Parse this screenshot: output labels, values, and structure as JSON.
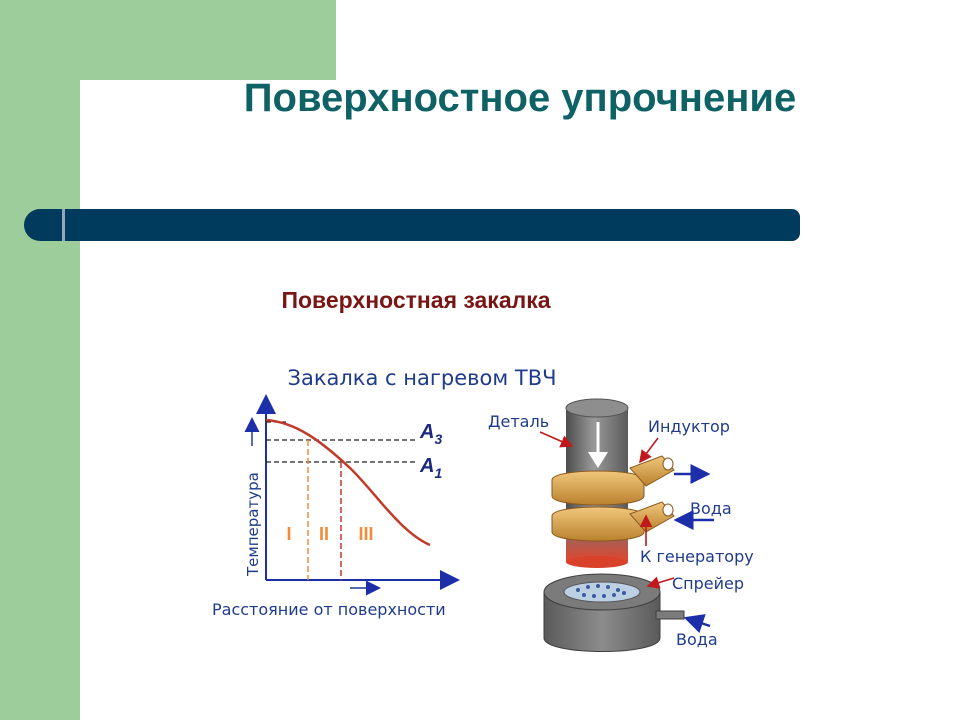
{
  "slide": {
    "title": "Поверхностное упрочнение"
  },
  "diagram": {
    "heading": "Поверхностная закалка",
    "subheading": "Закалка с нагревом ТВЧ",
    "graph": {
      "y_axis_label": "Температура",
      "x_axis_label": "Расстояние от поверхности",
      "level_a3": "A",
      "level_a3_sub": "3",
      "level_a1": "A",
      "level_a1_sub": "1",
      "zone_1": "I",
      "zone_2": "II",
      "zone_3": "III"
    },
    "labels": {
      "part": "Деталь",
      "inductor": "Индуктор",
      "water_1": "Вода",
      "to_generator": "К генератору",
      "sprayer": "Спрейер",
      "water_2": "Вода"
    },
    "colors": {
      "title": "#0e6266",
      "bar": "#003a5c",
      "heading": "#7a1515",
      "curve": "#c23a2a",
      "zones": "#f08c3c",
      "arrows_blue": "#1c2fa8",
      "arrows_red": "#c0181b",
      "coil": "#d9a24f",
      "metal": "#6f6f6f"
    }
  }
}
